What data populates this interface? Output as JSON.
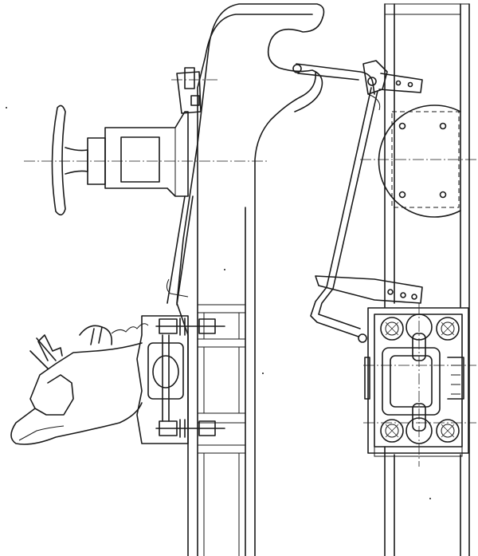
{
  "figure": {
    "kind": "technical line drawing",
    "colors": {
      "ink": "#1a1a1a",
      "paper": "#ffffff"
    },
    "parts": [
      "left-frame-beam",
      "right-frame-beam",
      "handwheel",
      "screw-housing",
      "coupler-hook",
      "draft-gear-bracket",
      "release-lever-rod",
      "bell-crank",
      "circular-cover-plate",
      "buffer-spring-box"
    ]
  }
}
